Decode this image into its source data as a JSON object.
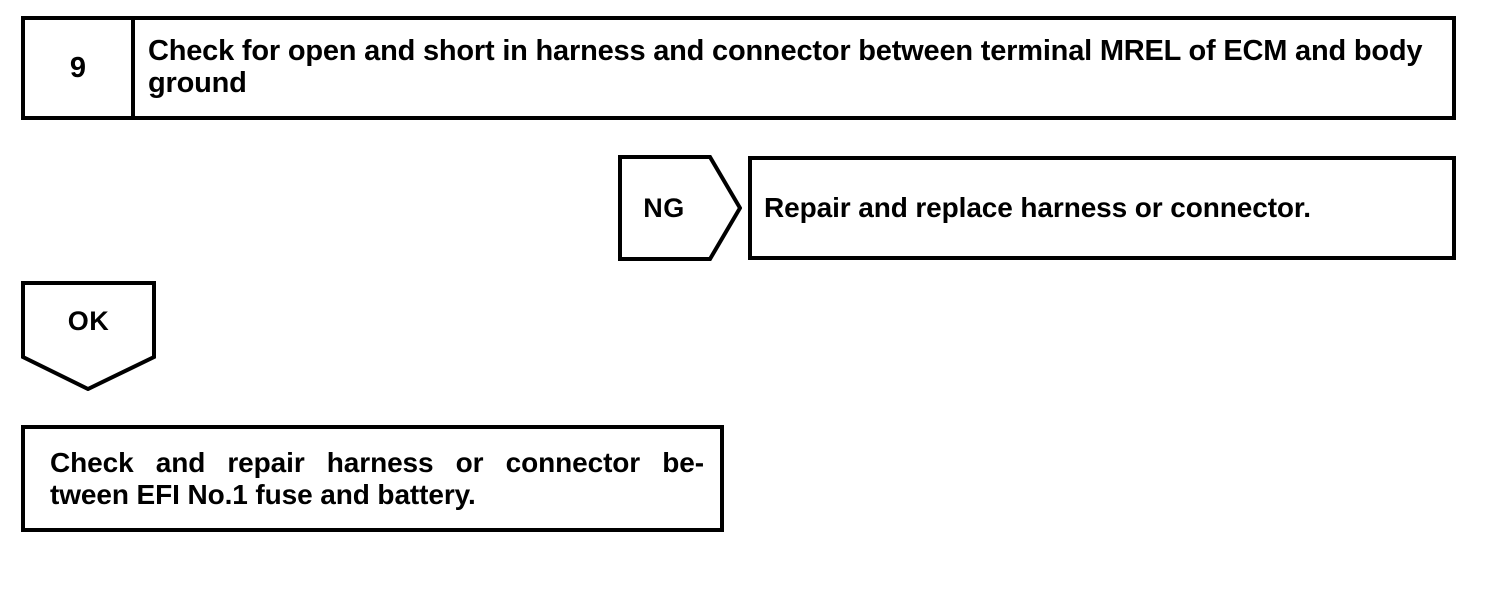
{
  "step": {
    "number": "9",
    "title": "Check for open and short in harness and connector between terminal MREL of ECM and body ground"
  },
  "branches": {
    "ng": {
      "label": "NG",
      "result_text": "Repair and replace harness or connector."
    },
    "ok": {
      "label": "OK",
      "result_line1": "Check  and  repair  harness  or  connector  be-",
      "result_line2": "tween EFI No.1 fuse and battery."
    }
  },
  "colors": {
    "ink": "#000000",
    "paper": "#ffffff"
  }
}
